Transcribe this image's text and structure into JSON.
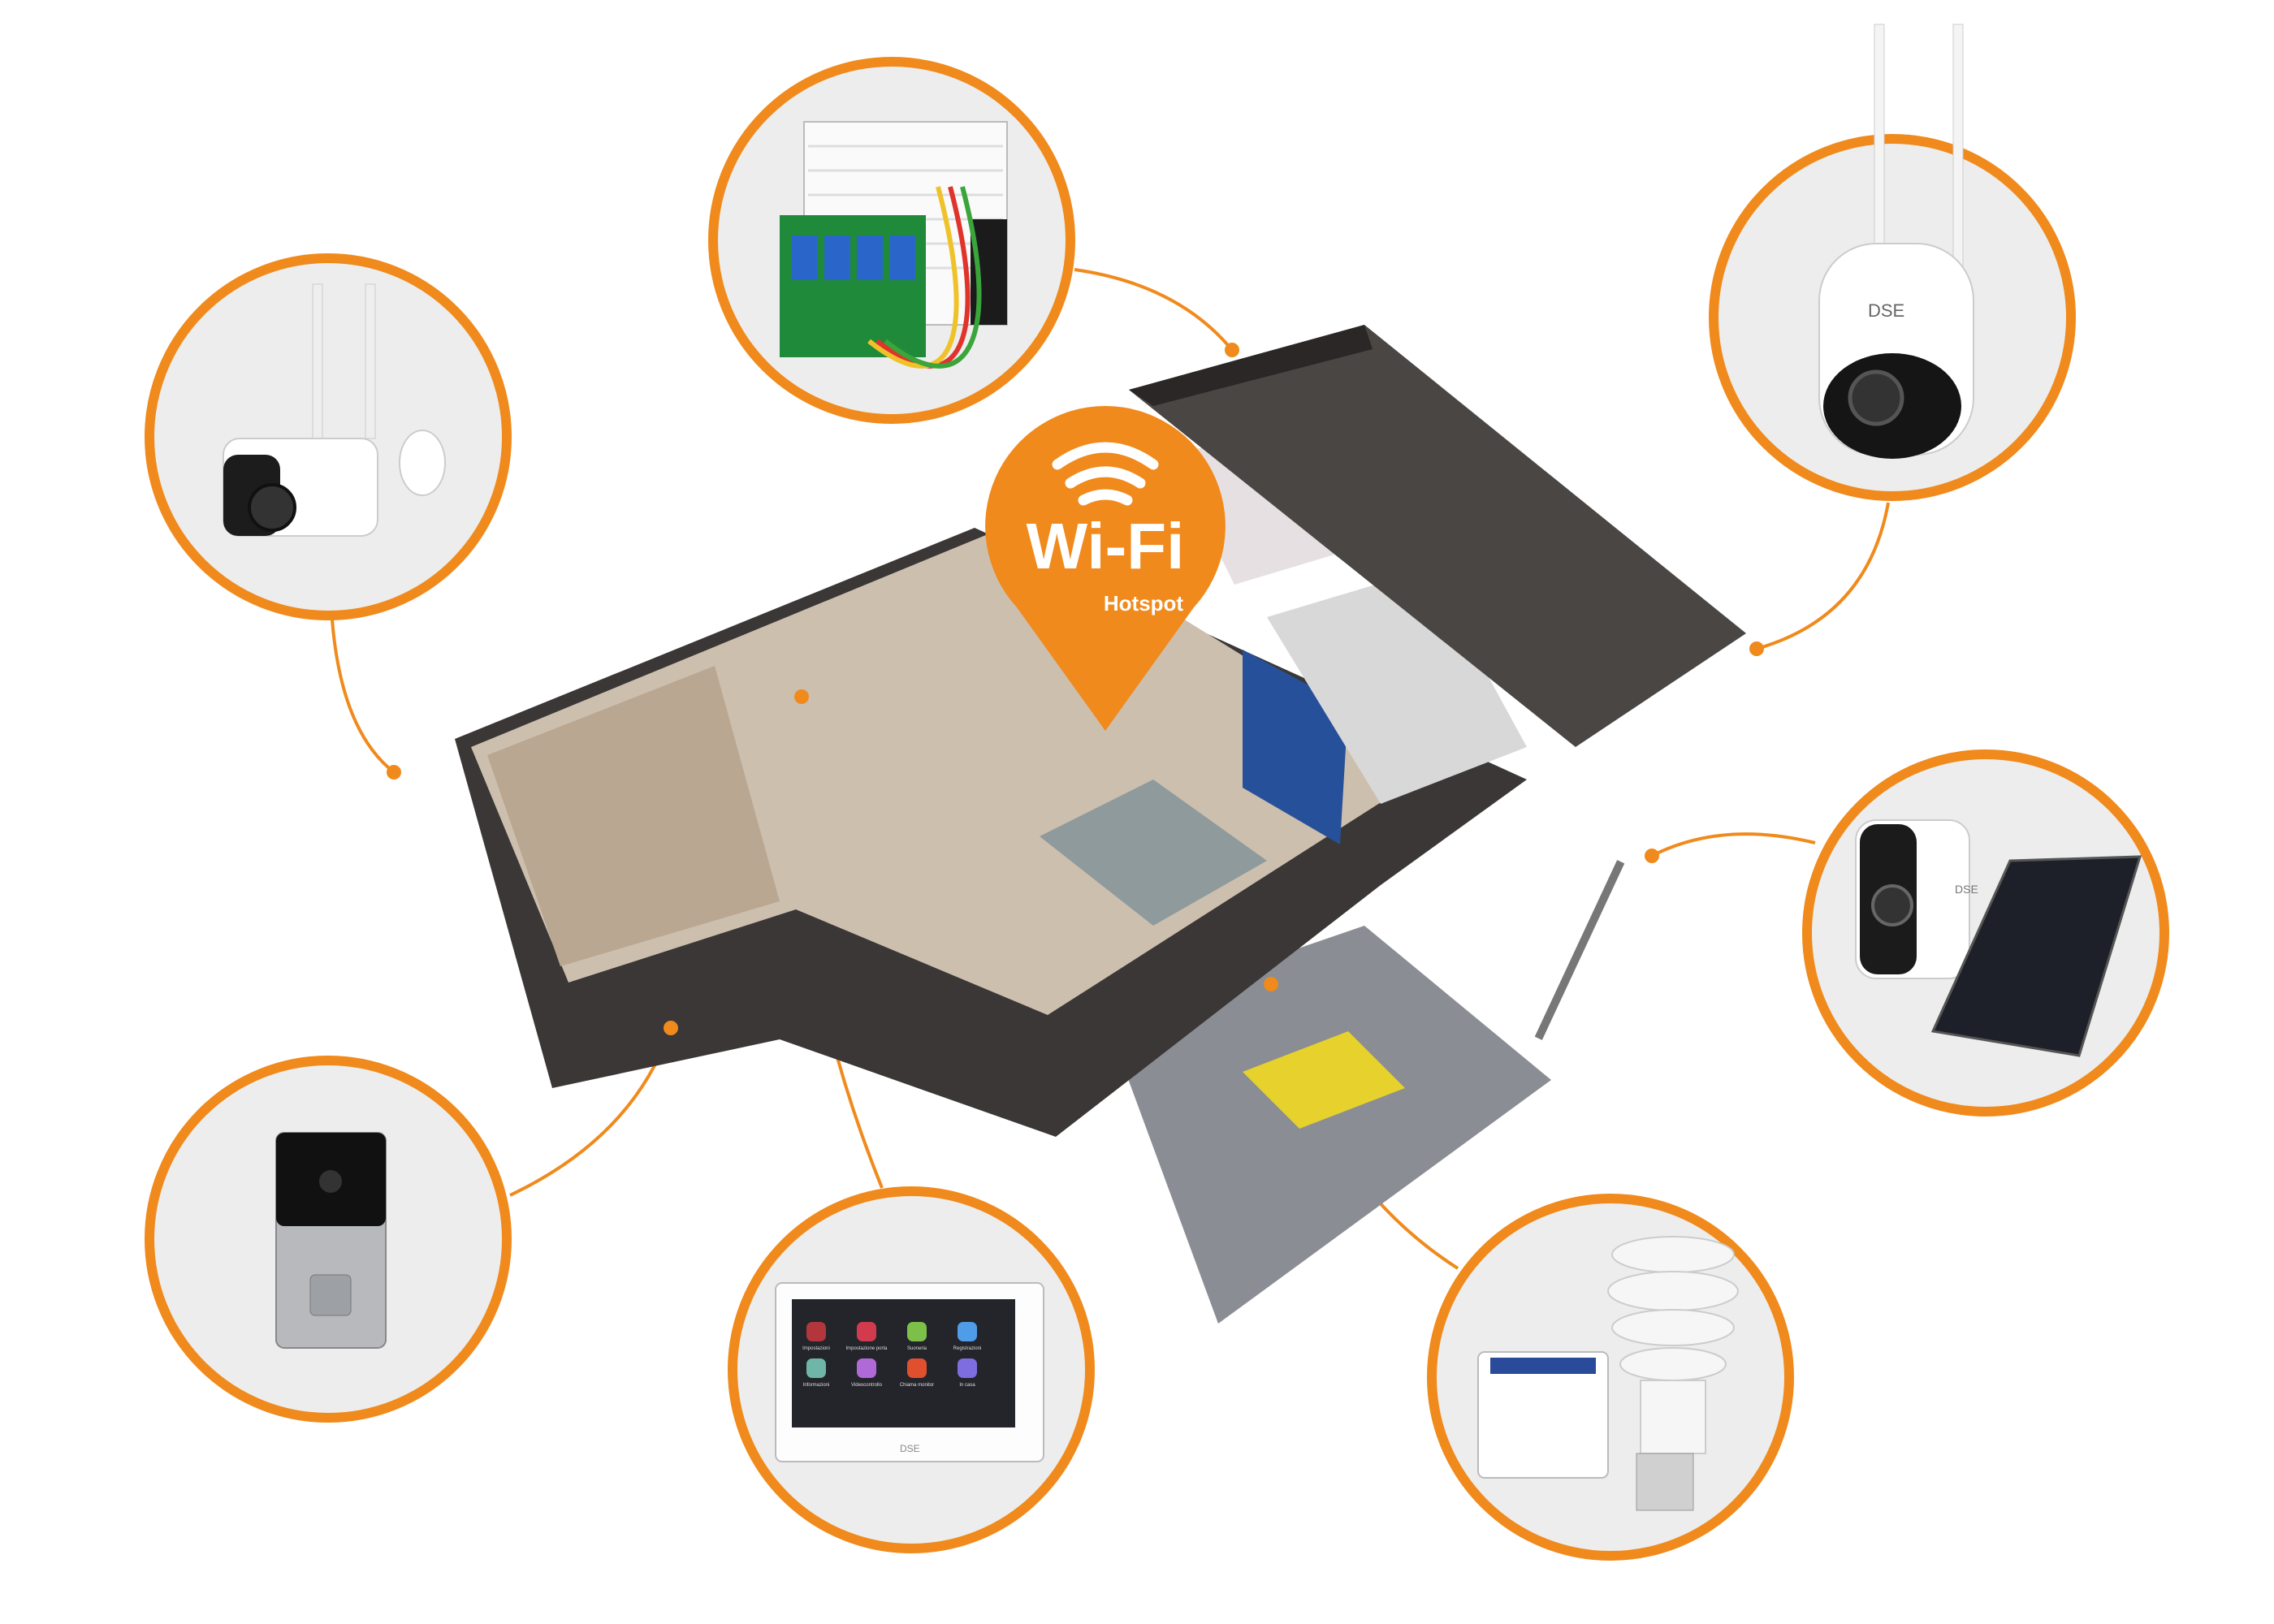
{
  "colors": {
    "accent": "#f08a1c",
    "circle_bg": "#ededed",
    "roof": "#4a4644",
    "wall": "#2e2b2a",
    "floor": "#cdbfae",
    "patio": "#8a8d93"
  },
  "hotspot": {
    "title": "Wi-Fi",
    "subtitle": "Hotspot",
    "icon": "wifi-icon"
  },
  "devices": [
    {
      "id": "bullet-camera",
      "icon": "bullet-camera-icon"
    },
    {
      "id": "shutter-relay",
      "icon": "relay-board-icon"
    },
    {
      "id": "ptz-camera",
      "icon": "ptz-camera-icon",
      "brand": "DSE"
    },
    {
      "id": "video-doorbell",
      "icon": "doorbell-icon"
    },
    {
      "id": "video-intercom-monitor",
      "icon": "monitor-icon",
      "brand": "DSE"
    },
    {
      "id": "smart-switch-bulb",
      "icon": "bulb-icon"
    },
    {
      "id": "solar-camera",
      "icon": "solar-camera-icon",
      "brand": "DSE"
    }
  ],
  "monitor_apps": [
    {
      "label": "Impostazioni",
      "color": "#b2363c"
    },
    {
      "label": "Impostazione porta",
      "color": "#d23a4e"
    },
    {
      "label": "Suoneria",
      "color": "#7cc04a"
    },
    {
      "label": "Registrazioni",
      "color": "#4f9de8"
    },
    {
      "label": "Informazioni",
      "color": "#6fb5a8"
    },
    {
      "label": "Videocontrollo",
      "color": "#b06ad8"
    },
    {
      "label": "Chiama monitor",
      "color": "#e0502f"
    },
    {
      "label": "In casa",
      "color": "#7d6de0"
    }
  ]
}
